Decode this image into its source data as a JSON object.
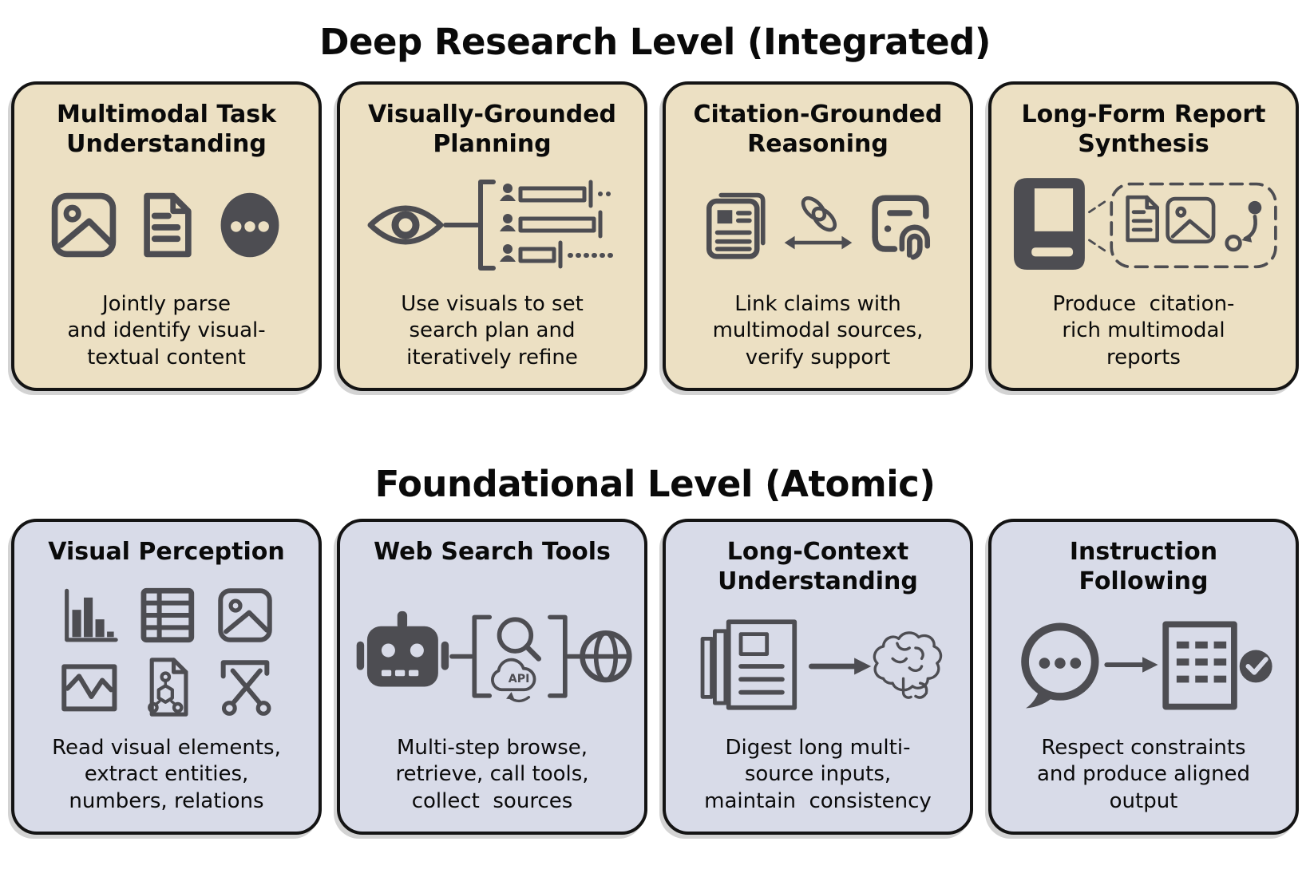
{
  "colors": {
    "page_bg": "#ffffff",
    "integrated_card_bg": "#ece0c3",
    "foundational_card_bg": "#d8dbe8",
    "card_border": "#141414",
    "icon_color": "#4d4d52",
    "text_color": "#0a0a0a"
  },
  "sections": [
    {
      "title": "Deep Research Level (Integrated)",
      "cards": [
        {
          "title": "Multimodal Task\nUnderstanding",
          "description": "Jointly parse\nand identify visual-\ntextual content",
          "icons": [
            "image-icon",
            "document-icon",
            "ellipsis-bubble-icon"
          ]
        },
        {
          "title": "Visually-Grounded\nPlanning",
          "description": "Use visuals to set\nsearch plan and\niteratively refine",
          "icons": [
            "eye-icon",
            "task-plan-list-icon"
          ]
        },
        {
          "title": "Citation-Grounded\nReasoning",
          "description": "Link claims with\nmultimodal sources,\nverify support",
          "icons": [
            "article-icon",
            "chain-link-icon",
            "double-arrow-icon",
            "fingerprint-document-icon"
          ]
        },
        {
          "title": "Long-Form Report\nSynthesis",
          "description": "Produce  citation-\nrich multimodal\nreports",
          "icons": [
            "book-icon",
            "dashed-box",
            "document-icon",
            "image-icon",
            "route-icon"
          ]
        }
      ]
    },
    {
      "title": "Foundational Level (Atomic)",
      "cards": [
        {
          "title": "Visual Perception",
          "description": "Read visual elements,\nextract entities,\nnumbers, relations",
          "icons": [
            "bar-chart-icon",
            "table-icon",
            "image-icon",
            "line-chart-icon",
            "molecule-document-icon",
            "scissors-crop-icon"
          ]
        },
        {
          "title": "Web Search Tools",
          "description": "Multi-step browse,\nretrieve, call tools,\ncollect  sources",
          "api_label": "API",
          "icons": [
            "robot-icon",
            "magnifier-icon",
            "api-cloud-icon",
            "globe-icon"
          ]
        },
        {
          "title": "Long-Context\nUnderstanding",
          "description": "Digest long multi-\nsource inputs,\nmaintain  consistency",
          "icons": [
            "stacked-documents-icon",
            "arrow-icon",
            "brain-icon"
          ]
        },
        {
          "title": "Instruction\nFollowing",
          "description": "Respect constraints\nand produce aligned\noutput",
          "icons": [
            "chat-bubble-icon",
            "arrow-icon",
            "checklist-icon",
            "check-badge-icon"
          ]
        }
      ]
    }
  ]
}
